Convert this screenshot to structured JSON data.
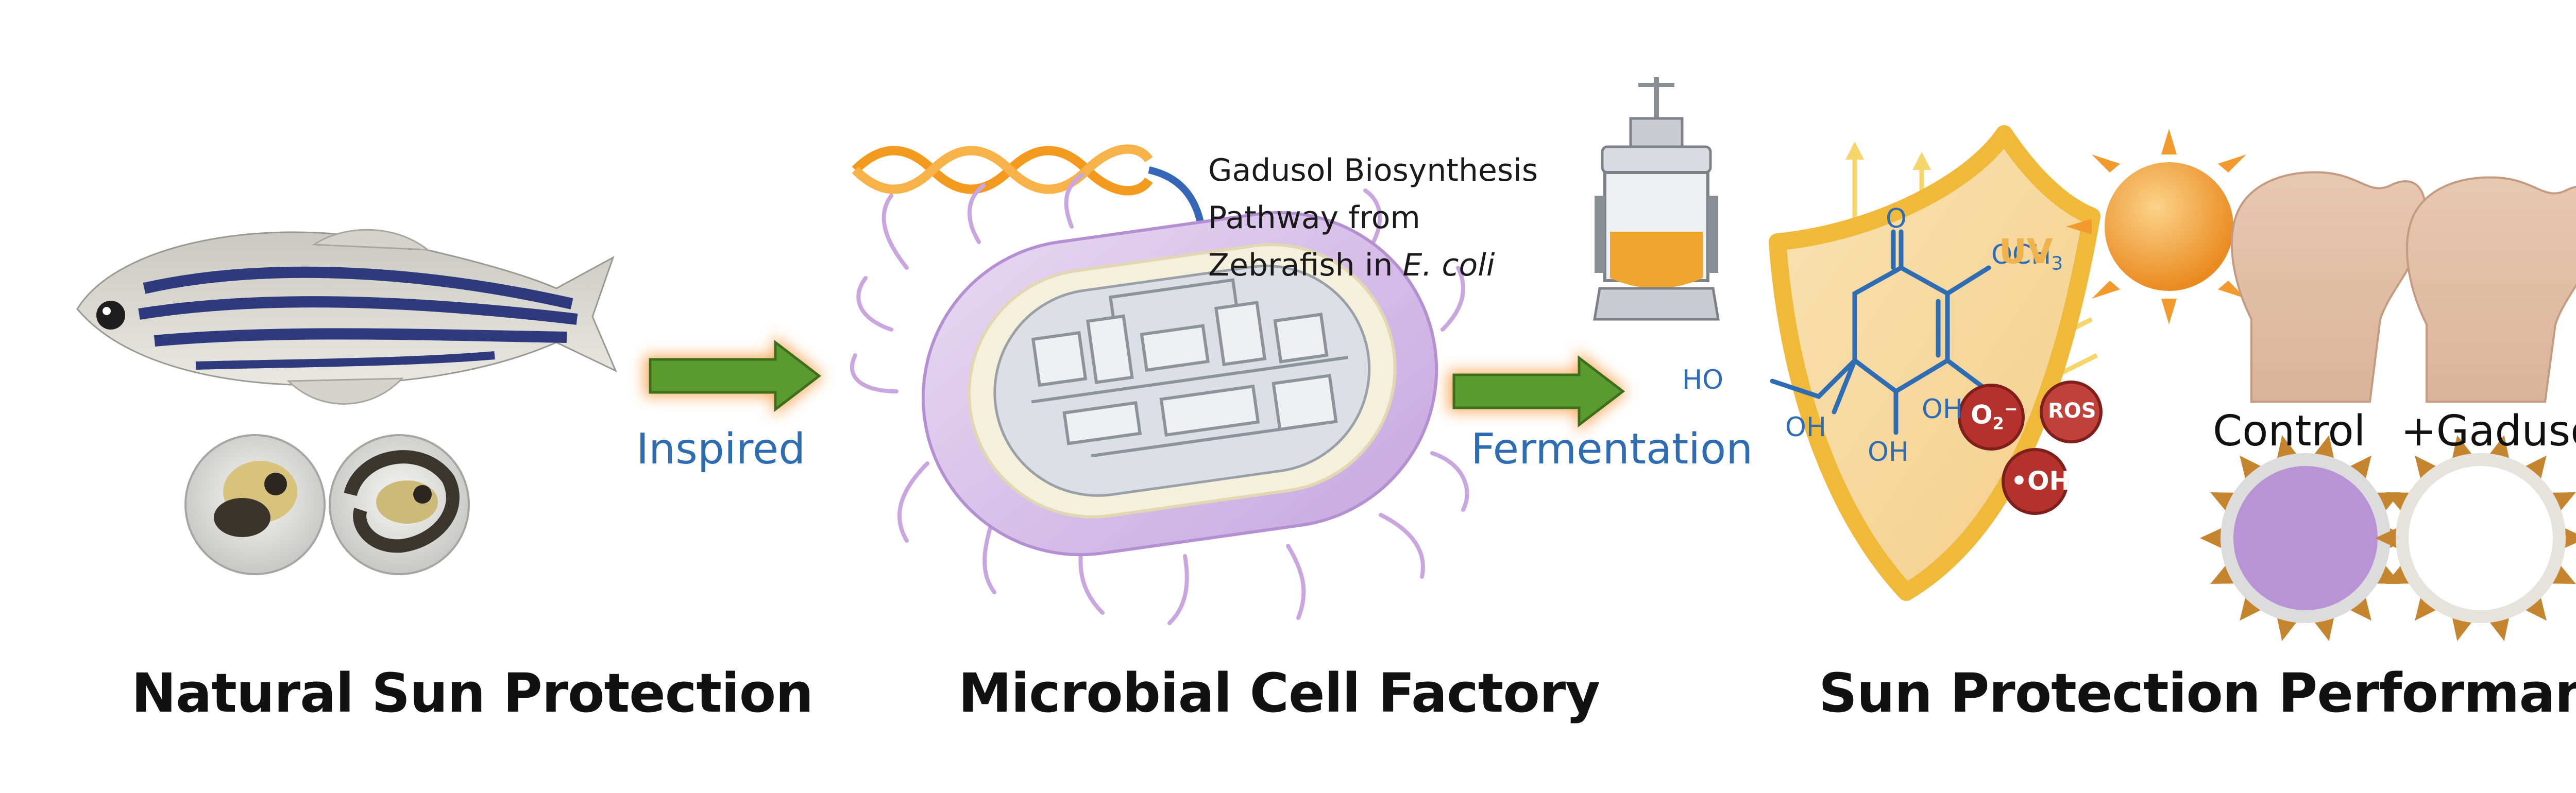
{
  "sections": {
    "natural": {
      "title": "Natural Sun Protection"
    },
    "factory": {
      "title": "Microbial Cell Factory"
    },
    "performance": {
      "title": "Sun Protection Performance"
    }
  },
  "flows": {
    "inspired": "Inspired",
    "fermentation": "Fermentation"
  },
  "pathway_note": {
    "line1": "Gadusol Biosynthesis",
    "line2": "Pathway from",
    "line3_prefix": "Zebrafish in ",
    "line3_italic": "E. coli"
  },
  "molecule": {
    "ketone_o": "O",
    "methoxy": "OCH",
    "methoxy_sub": "3",
    "hydroxymethyl": "HO",
    "oh_ring1": "OH",
    "oh_ring2": "OH",
    "oh_enol": "OH"
  },
  "ros": {
    "superoxide": "O",
    "superoxide_sub": "2",
    "superoxide_sup": "−",
    "ros": "ROS",
    "hydroxyl_dot": "•",
    "hydroxyl": "OH"
  },
  "uv": {
    "label": "UV"
  },
  "samples": {
    "control": "Control",
    "gadusol": "+Gadusol"
  },
  "colors": {
    "flow_label": "#2e6db4",
    "arrow_fill": "#5a9b2f",
    "arrow_glow": "#f6a04a",
    "dna": "#f39a1e",
    "cell_membrane": "#c9a6e0",
    "shield_border": "#f0b93a",
    "shield_fill": "#f6d9a0",
    "molecule": "#2e6db4",
    "ros_bubble": "#b5312c",
    "sun": "#f29a2e",
    "uv_ray": "#f5d66a",
    "control_disc": "#b894d6",
    "gadusol_disc": "#ffffff"
  },
  "icons": [
    "zebrafish",
    "zebrafish-embryo",
    "dna-helix",
    "bacterium-cell",
    "bioreactor",
    "sun",
    "shield",
    "hand",
    "sunburst-disc"
  ]
}
